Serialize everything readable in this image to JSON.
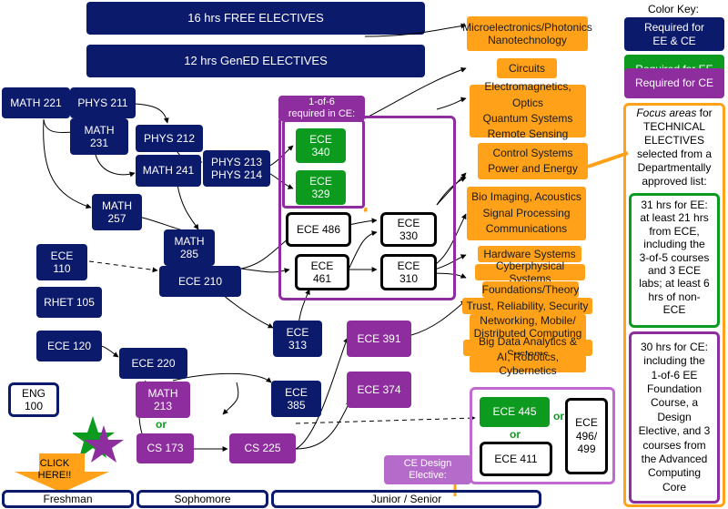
{
  "electives": {
    "free": "16 hrs FREE ELECTIVES",
    "gened": "12 hrs GenED ELECTIVES"
  },
  "courses": {
    "math221": "MATH 221",
    "phys211": "PHYS 211",
    "math231": "MATH\n231",
    "phys212": "PHYS 212",
    "math241": "MATH 241",
    "phys213_214": "PHYS 213\nPHYS 214",
    "math257": "MATH\n257",
    "math285": "MATH\n285",
    "ece110": "ECE\n110",
    "rhet105": "RHET 105",
    "ece120": "ECE 120",
    "ece210": "ECE 210",
    "ece220": "ECE 220",
    "math213": "MATH\n213",
    "cs173": "CS 173",
    "cs225": "CS 225",
    "ece313": "ECE\n313",
    "ece385": "ECE\n385",
    "ece391": "ECE 391",
    "ece374": "ECE 374",
    "eng100": "ENG\n100",
    "ece340": "ECE\n340",
    "ece329": "ECE\n329",
    "ece486": "ECE 486",
    "ece330": "ECE\n330",
    "ece461": "ECE\n461",
    "ece310": "ECE\n310",
    "ece445": "ECE 445",
    "ece411": "ECE 411",
    "ece496_499": "ECE\n496/\n499"
  },
  "labels": {
    "one_of_six": "1-of-6\nrequired in CE:",
    "or": "or",
    "ce_design": "CE Design\nElective:",
    "click_here": "CLICK\nHERE!!"
  },
  "focus_areas": [
    "Microelectronics/Photonics\nNanotechnology",
    "Circuits",
    "Electromagnetics, Optics\nQuantum Systems\nRemote Sensing",
    "Control Systems\nPower and Energy",
    "Bio Imaging, Acoustics\nSignal Processing\nCommunications",
    "Hardware Systems",
    "Cyberphysical Systems",
    "Foundations/Theory",
    "Trust, Reliability, Security",
    "Networking, Mobile/\nDistributed Computing",
    "Big Data Analytics & Systems",
    "AI, Robotics, Cybernetics"
  ],
  "color_key": {
    "title": "Color Key:",
    "ee_ce": "Required for\nEE & CE",
    "ee": "Required for EE",
    "ce": "Required for CE"
  },
  "notes": {
    "focus_em": "Focus areas",
    "focus_rest": " for\nTECHNICAL\nELECTIVES\nselected from a\nDepartmentally\napproved list:",
    "ee_hours": "31 hrs for EE:\nat least 21 hrs\nfrom ECE,\nincluding the\n3-of-5 courses\nand 3 ECE\nlabs; at least 6\nhrs of non-\nECE",
    "ce_hours": "30 hrs for CE:\nincluding the\n1-of-6 EE\nFoundation\nCourse, a\nDesign\nElective, and 3\ncourses from\nthe Advanced\nComputing\nCore"
  },
  "years": [
    "Freshman",
    "Sophomore",
    "Junior / Senior"
  ],
  "colors": {
    "navy": "#0b1a6b",
    "green": "#0d9b1f",
    "purple": "#8e2e9e",
    "orange": "#ffa21a"
  }
}
